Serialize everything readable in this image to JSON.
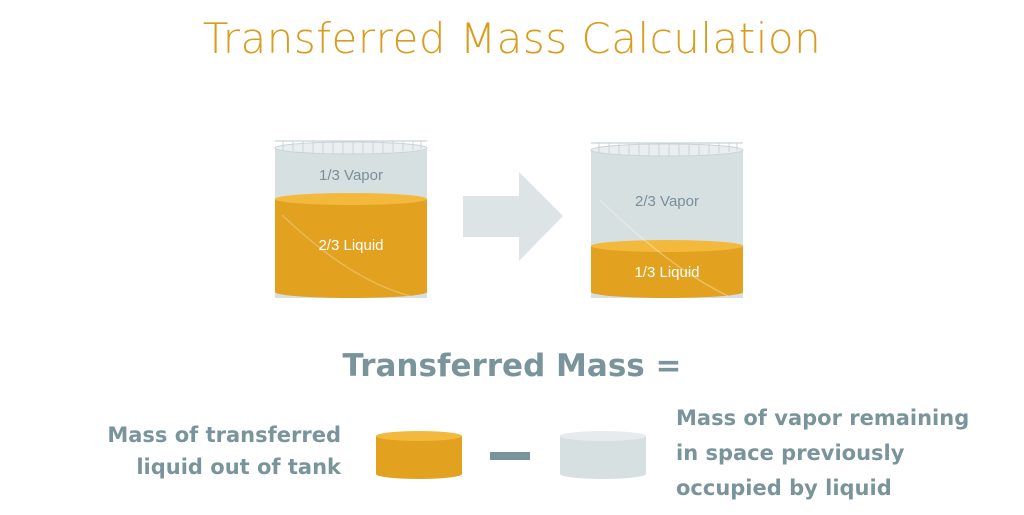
{
  "title": "Transferred Mass Calculation",
  "tank_before": {
    "vapor_label": "1/3 Vapor",
    "liquid_label": "2/3 Liquid",
    "liquid_fraction": 0.667
  },
  "tank_after": {
    "vapor_label": "2/3 Vapor",
    "liquid_label": "1/3 Liquid",
    "liquid_fraction": 0.333
  },
  "equation": {
    "heading": "Transferred Mass =",
    "left_term": [
      "Mass of transferred",
      "liquid out of tank"
    ],
    "operator": "minus",
    "right_term": [
      "Mass of vapor remaining",
      "in space previously",
      "occupied by liquid"
    ]
  },
  "colors": {
    "title": "#d89c1e",
    "liquid": "#e2a21f",
    "liquid_top": "#f2b93c",
    "vapor": "#d7e0e1",
    "arrow": "#dce4e5",
    "text_teal": "#7a949c",
    "vapor_text": "#7b8f9a",
    "liquid_text": "#ffffff"
  }
}
